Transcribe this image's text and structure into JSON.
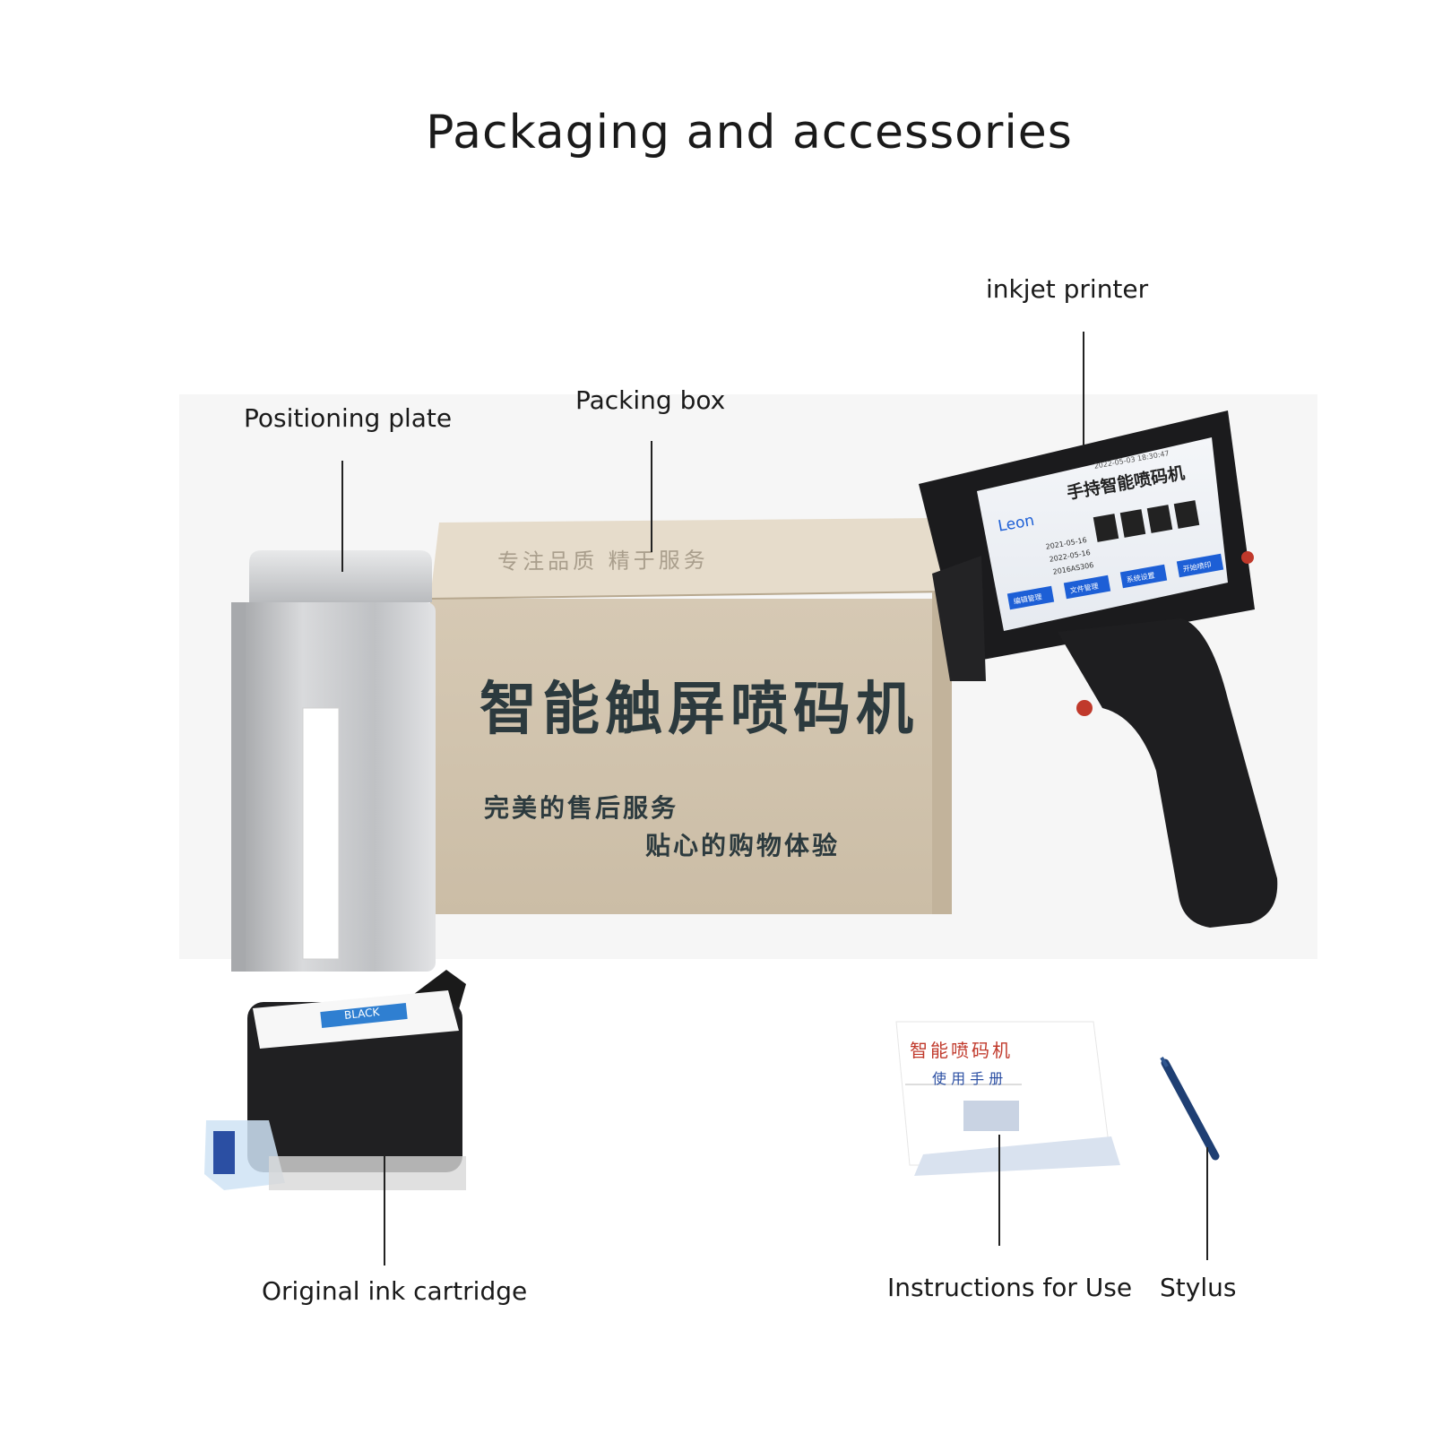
{
  "title": "Packaging and accessories",
  "labels": {
    "inkjet_printer": "inkjet printer",
    "packing_box": "Packing box",
    "positioning_plate": "Positioning plate",
    "ink_cartridge": "Original ink cartridge",
    "instructions": "Instructions for Use",
    "stylus": "Stylus"
  },
  "box": {
    "top_slogan": "专注品质  精于服务",
    "product_name": "智能触屏喷码机",
    "line1": "完美的售后服务",
    "line2": "贴心的购物体验"
  },
  "printer_screen": {
    "title": "手持智能喷码机",
    "brand": "Leon",
    "date1": "2021-05-16",
    "date2": "2022-05-16",
    "code": "2016AS306",
    "clock": "2022-05-03 18:30:47",
    "buttons": [
      "编辑管理",
      "文件管理",
      "系统设置",
      "开始喷印"
    ]
  },
  "cartridge": {
    "label": "BLACK"
  },
  "manual": {
    "title": "智能喷码机",
    "subtitle": "使 用 手 册"
  },
  "colors": {
    "box": "#d9cdb9",
    "box_text": "#2c3a3e",
    "plate": "#c8c9cb",
    "printer": "#1b1b1d",
    "screen_button": "#1d5fd6",
    "stylus": "#1f3f73"
  }
}
